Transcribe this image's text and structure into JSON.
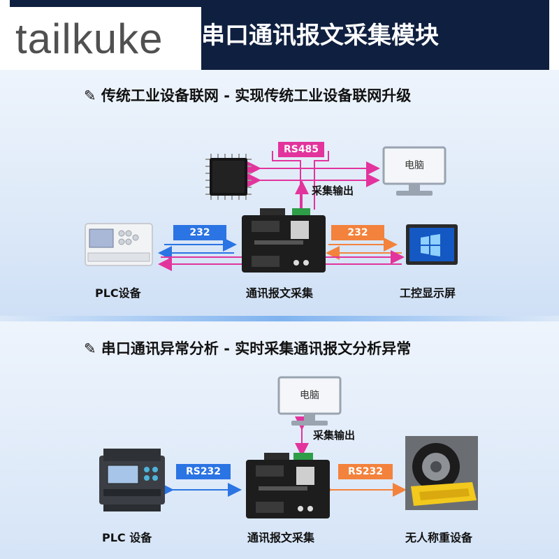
{
  "header": {
    "watermark": "tailkuke",
    "title": "串口通讯报文采集模块"
  },
  "section1": {
    "title": "传统工业设备联网 - 实现传统工业设备联网升级",
    "rs485_label": "RS485",
    "pc_label": "电脑",
    "collect_output": "采集输出",
    "left_link_label": "232",
    "right_link_label": "232",
    "captions": {
      "plc": "PLC设备",
      "module": "通讯报文采集",
      "screen": "工控显示屏"
    }
  },
  "section2": {
    "title": "串口通讯异常分析 - 实时采集通讯报文分析异常",
    "pc_label": "电脑",
    "collect_output": "采集输出",
    "left_link_label": "RS232",
    "right_link_label": "RS232",
    "captions": {
      "plc": "PLC 设备",
      "module": "通讯报文采集",
      "scale": "无人称重设备"
    }
  },
  "colors": {
    "header_bg": "#0f1f3f",
    "link_blue": "#2b74e3",
    "link_orange": "#f3823c",
    "link_magenta": "#e2349c"
  }
}
